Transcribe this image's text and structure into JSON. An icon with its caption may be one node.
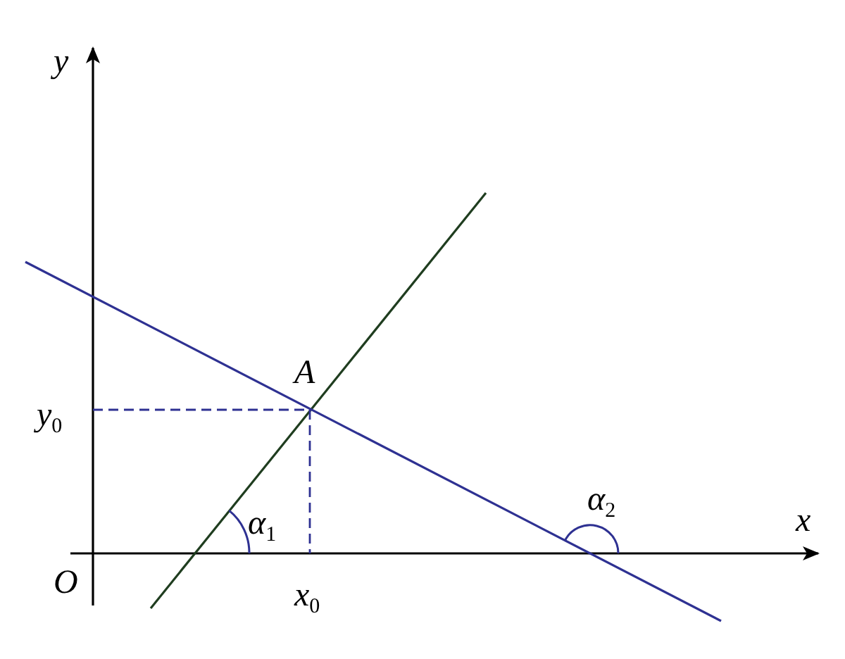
{
  "diagram": {
    "labels": [
      "y",
      "A",
      "y$_{0}$",
      "α$_{2}$",
      "x",
      "α$_{1}$",
      "O",
      "x$_{0}$"
    ]
  }
}
